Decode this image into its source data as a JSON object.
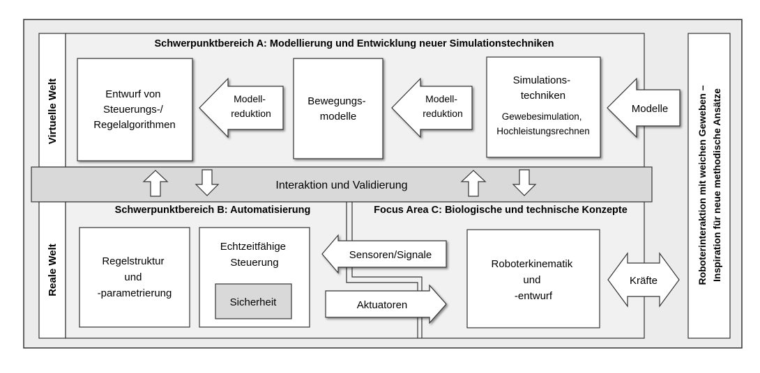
{
  "diagram": {
    "left_label": {
      "top": "Virtuelle Welt",
      "bottom": "Reale Welt"
    },
    "right_label": {
      "line1": "Roboterinteraktion  mit weichen Geweben –",
      "line2": "Inspiration für neue methodische Ansätze"
    },
    "area_a": {
      "title": "Schwerpunktbereich A: Modellierung und Entwicklung neuer Simulationstechniken",
      "box1": [
        "Entwurf von",
        "Steuerungs-/",
        "Regelalgorithmen"
      ],
      "box2": [
        "Bewegungs-",
        "modelle"
      ],
      "box3_title": [
        "Simulations-",
        "techniken"
      ],
      "box3_detail": [
        "Gewebesimulation,",
        "Hochleistungsrechnen"
      ],
      "arrow1": [
        "Modell-",
        "reduktion"
      ],
      "arrow2": [
        "Modell-",
        "reduktion"
      ],
      "arrow_in": "Modelle"
    },
    "interaction_band": "Interaktion und Validierung",
    "area_b": {
      "title": "Schwerpunktbereich B: Automatisierung",
      "box1": [
        "Regelstruktur",
        "und",
        "-parametrierung"
      ],
      "box2": [
        "Echtzeitfähige",
        "Steuerung"
      ],
      "box2_inner": "Sicherheit"
    },
    "area_c": {
      "title": "Focus Area C: Biologische und technische Konzepte",
      "box": [
        "Roboterkinematik",
        "und",
        "-entwurf"
      ],
      "arrow_sensors": "Sensoren/Signale",
      "arrow_actuators": "Aktuatoren",
      "arrow_forces": "Kräfte"
    }
  }
}
